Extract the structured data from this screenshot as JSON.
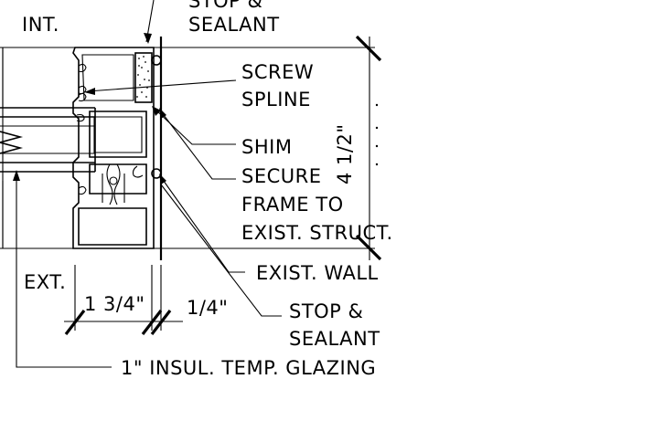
{
  "labels": {
    "int": "INT.",
    "ext": "EXT.",
    "stop_top_line1": "STOP &",
    "stop_top_line2": "SEALANT",
    "screw_line1": "SCREW",
    "screw_line2": "SPLINE",
    "shim": "SHIM",
    "secure_line1": "SECURE",
    "secure_line2": "FRAME TO",
    "secure_line3": "EXIST. STRUCT.",
    "exist_wall": "EXIST. WALL",
    "stop_bottom_line1": "STOP &",
    "stop_bottom_line2": "SEALANT",
    "glazing": "1\" INSUL. TEMP. GLAZING",
    "dim_frame_depth": "1 3/4\"",
    "dim_shim_gap": "1/4\"",
    "dim_height": "4 1/2\""
  }
}
